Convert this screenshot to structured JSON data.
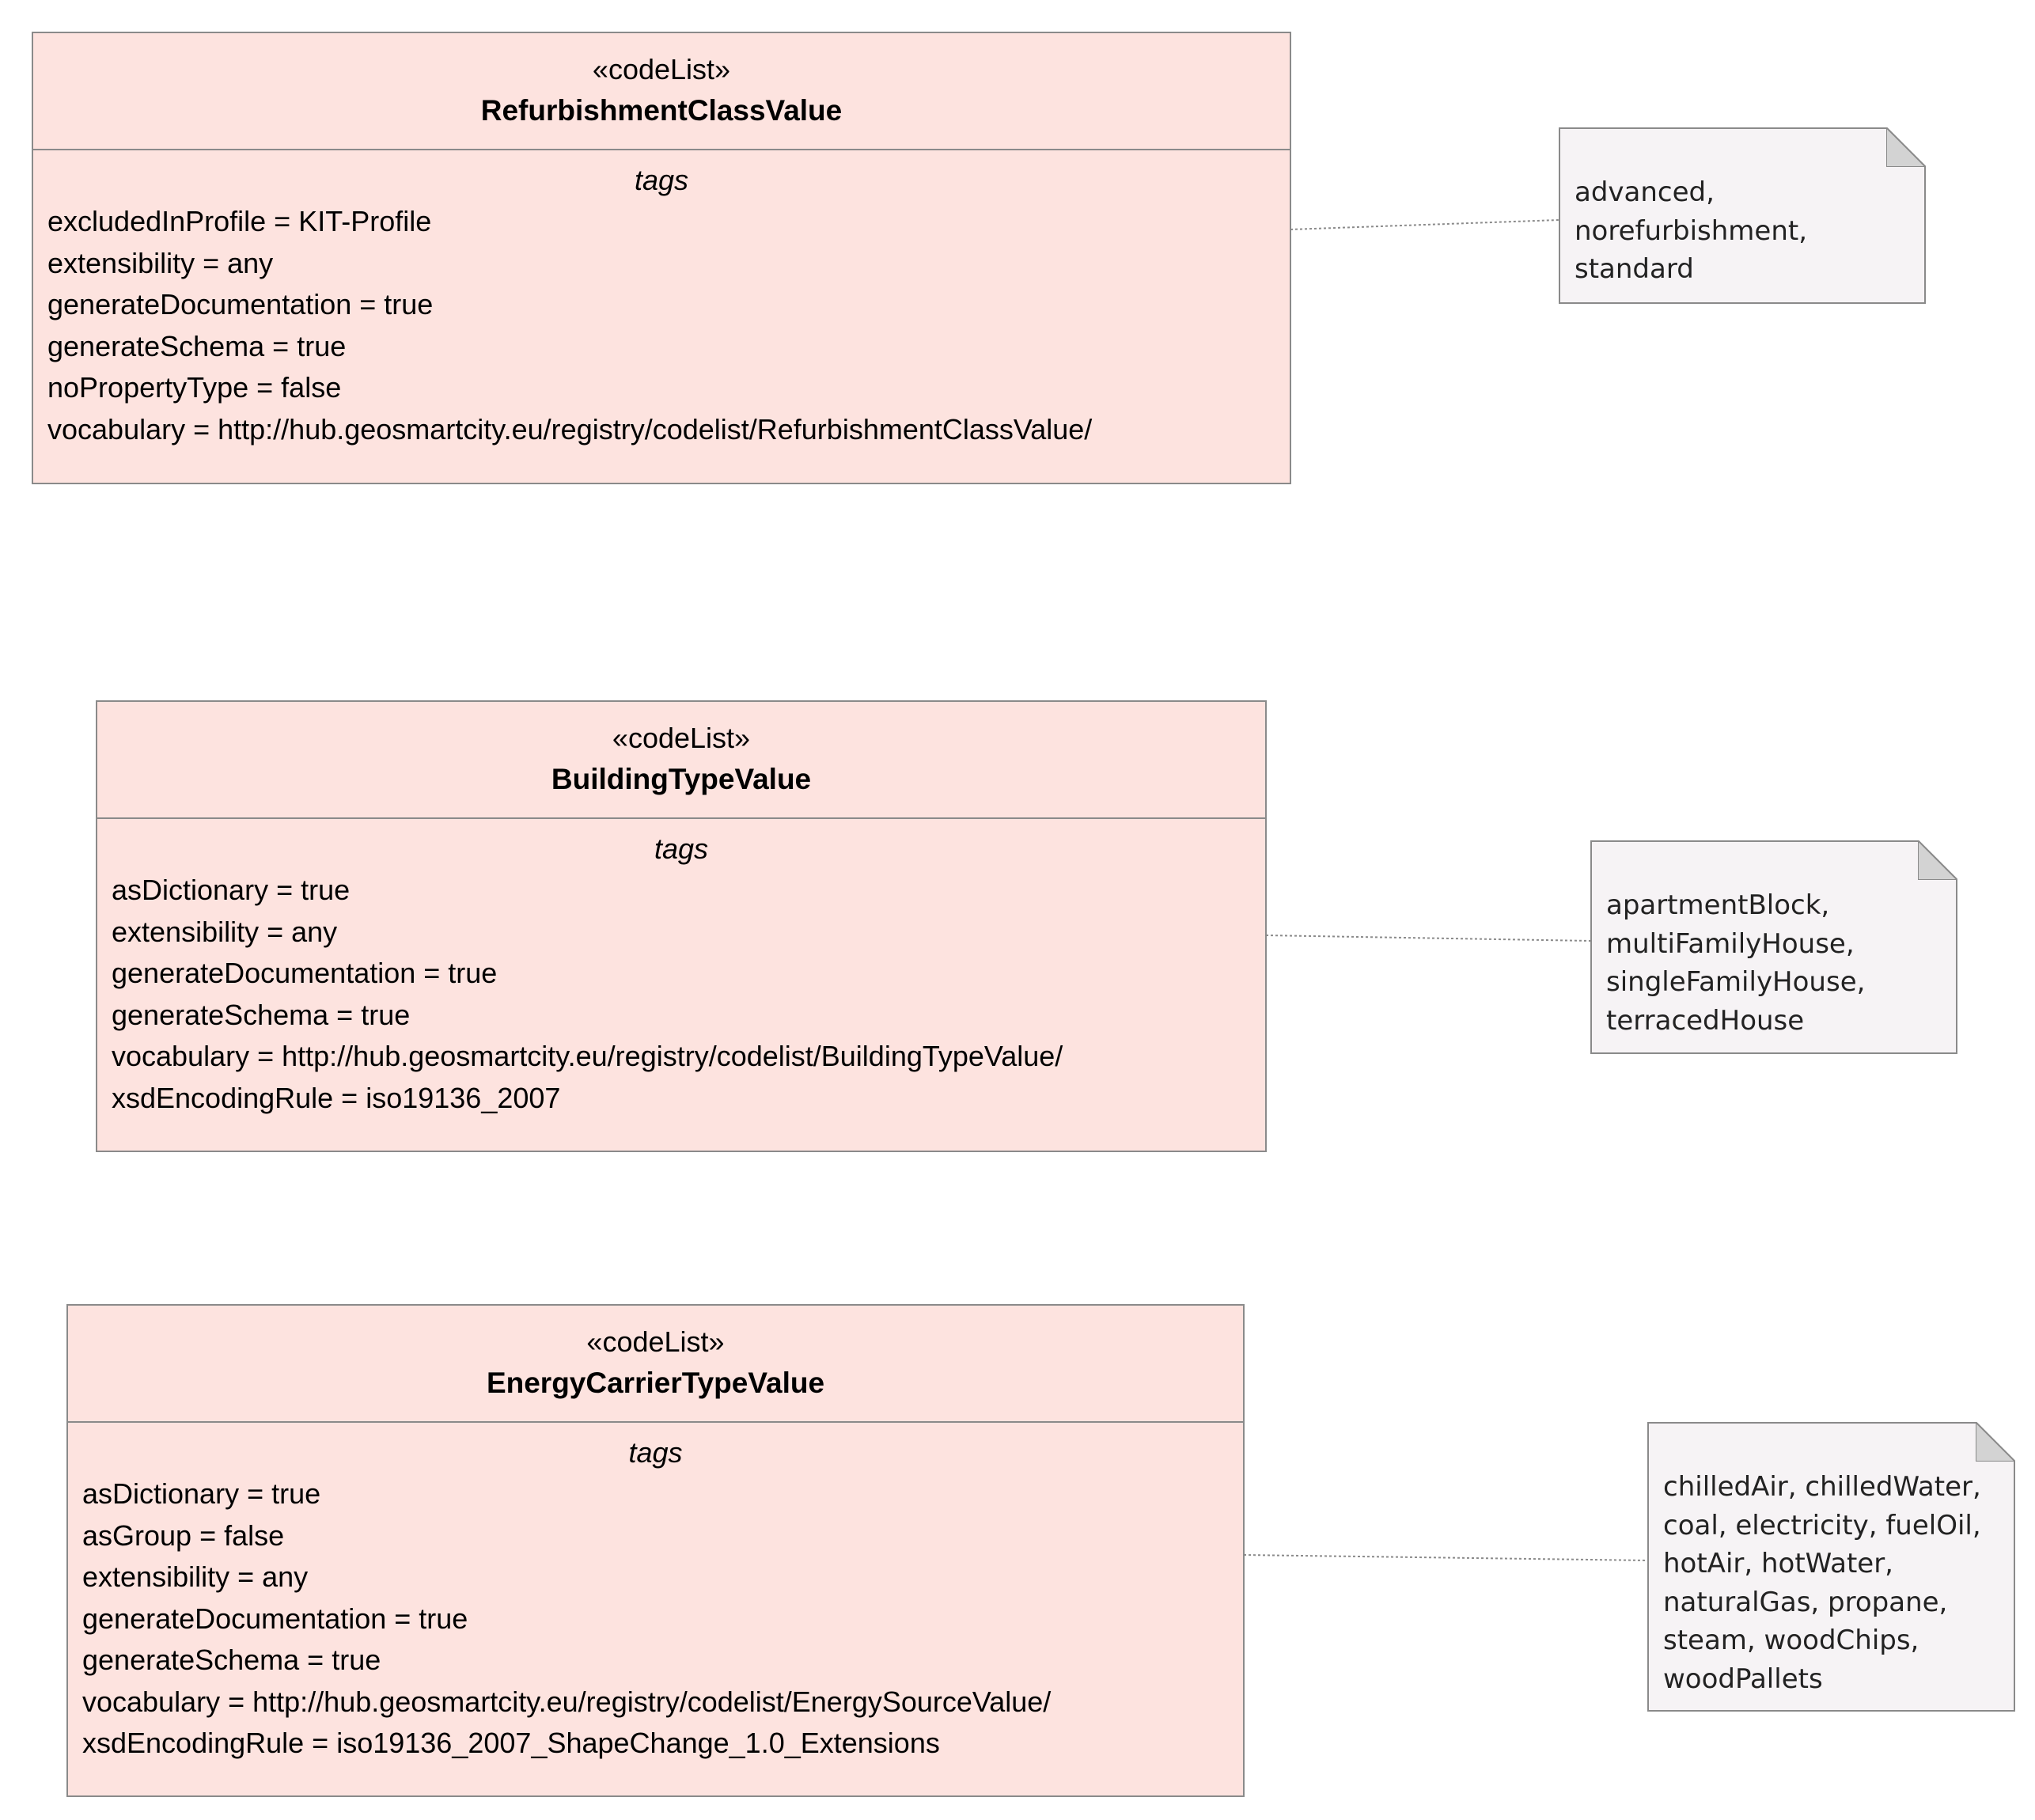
{
  "classes": [
    {
      "stereotype": "«codeList»",
      "name": "RefurbishmentClassValue",
      "section": "tags",
      "tags": [
        "excludedInProfile = KIT-Profile",
        "extensibility = any",
        "generateDocumentation = true",
        "generateSchema = true",
        "noPropertyType = false",
        "vocabulary = http://hub.geosmartcity.eu/registry/codelist/RefurbishmentClassValue/"
      ]
    },
    {
      "stereotype": "«codeList»",
      "name": "BuildingTypeValue",
      "section": "tags",
      "tags": [
        "asDictionary = true",
        "extensibility = any",
        "generateDocumentation = true",
        "generateSchema = true",
        "vocabulary = http://hub.geosmartcity.eu/registry/codelist/BuildingTypeValue/",
        "xsdEncodingRule = iso19136_2007"
      ]
    },
    {
      "stereotype": "«codeList»",
      "name": "EnergyCarrierTypeValue",
      "section": "tags",
      "tags": [
        "asDictionary = true",
        "asGroup = false",
        "extensibility = any",
        "generateDocumentation = true",
        "generateSchema = true",
        "vocabulary = http://hub.geosmartcity.eu/registry/codelist/EnergySourceValue/",
        "xsdEncodingRule = iso19136_2007_ShapeChange_1.0_Extensions"
      ]
    }
  ],
  "notes": [
    {
      "lines": [
        "advanced,",
        "norefurbishment,",
        "standard"
      ]
    },
    {
      "lines": [
        "apartmentBlock,",
        "multiFamilyHouse,",
        "singleFamilyHouse,",
        "terracedHouse"
      ]
    },
    {
      "lines": [
        "chilledAir, chilledWater,",
        "coal, electricity, fuelOil,",
        "hotAir, hotWater,",
        "naturalGas, propane,",
        "steam, woodChips,",
        "woodPallets"
      ]
    }
  ],
  "colors": {
    "class_fill": "#fde3df",
    "note_fill": "#f6f3f5",
    "border": "#8a8a8a"
  }
}
